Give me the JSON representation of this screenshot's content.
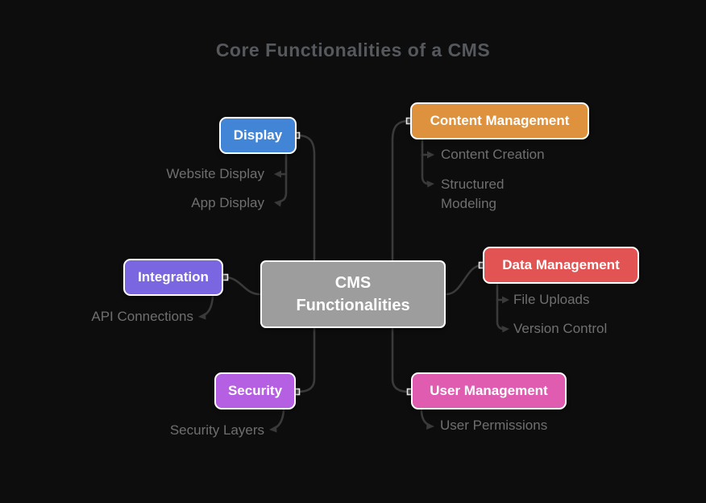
{
  "title": "Core Functionalities of a CMS",
  "colors": {
    "background": "#0d0d0d",
    "title_text": "#55585c",
    "connector": "#3a3a3a",
    "sub_label_text": "#6f6f6f",
    "node_text": "#ffffff",
    "node_border": "#ffffff",
    "center_node": "#9d9d9d",
    "display": "#4285d6",
    "content_management": "#df923d",
    "integration": "#7b66e2",
    "data_management": "#e15453",
    "security": "#b55fe2",
    "user_management": "#df5cb1"
  },
  "center_node": {
    "label": "CMS Functionalities"
  },
  "branches": {
    "display": {
      "label": "Display",
      "children": [
        "Website Display",
        "App Display"
      ]
    },
    "content_management": {
      "label": "Content Management",
      "children": [
        "Content Creation",
        "Structured Modeling"
      ]
    },
    "integration": {
      "label": "Integration",
      "children": [
        "API Connections"
      ]
    },
    "data_management": {
      "label": "Data Management",
      "children": [
        "File Uploads",
        "Version Control"
      ]
    },
    "security": {
      "label": "Security",
      "children": [
        "Security Layers"
      ]
    },
    "user_management": {
      "label": "User Management",
      "children": [
        "User Permissions"
      ]
    }
  }
}
